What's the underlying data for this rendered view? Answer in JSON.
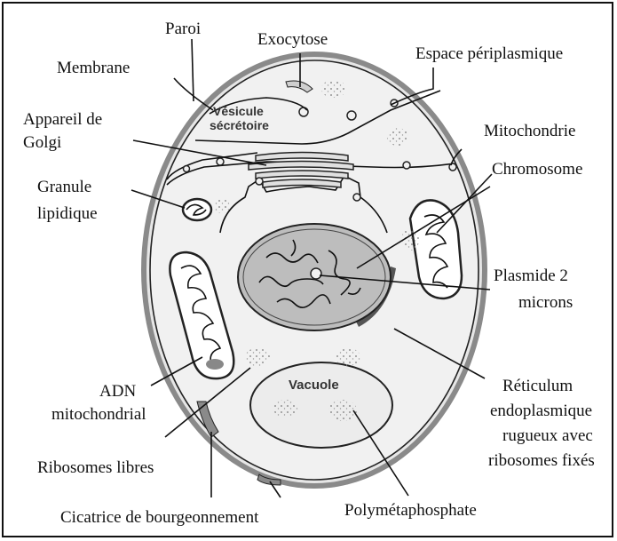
{
  "labels": {
    "paroi": "Paroi",
    "exocytose": "Exocytose",
    "espace_periplasmique": "Espace périplasmique",
    "membrane": "Membrane",
    "appareil_golgi_1": "Appareil de",
    "appareil_golgi_2": "Golgi",
    "mitochondrie": "Mitochondrie",
    "chromosome": "Chromosome",
    "granule_1": "Granule",
    "granule_2": "lipidique",
    "plasmide_1": "Plasmide 2",
    "plasmide_2": "microns",
    "adn_1": "ADN",
    "adn_2": "mitochondrial",
    "reticulum_1": "Réticulum",
    "reticulum_2": "endoplasmique",
    "reticulum_3": "rugueux avec",
    "reticulum_4": "ribosomes fixés",
    "ribosomes_libres": "Ribosomes libres",
    "polymetaphosphate": "Polymétaphosphate",
    "cicatrice": "Cicatrice de bourgeonnement"
  },
  "inner_labels": {
    "vesicule_1": "Vésicule",
    "vesicule_2": "sécrétoire",
    "vacuole": "Vacuole"
  },
  "colors": {
    "wall": "#8a8a8a",
    "cytoplasm": "#f1f1f1",
    "nucleus": "#bdbdbd",
    "vacuole": "#ececec",
    "ink": "#111111"
  }
}
